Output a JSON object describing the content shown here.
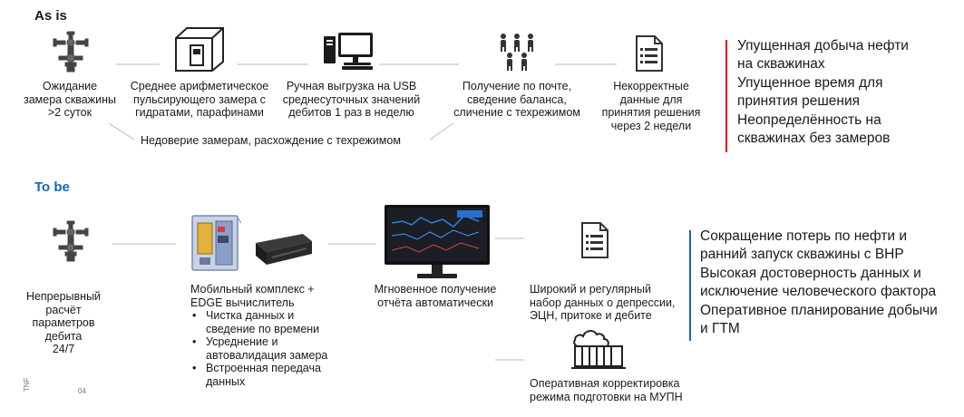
{
  "as_is": {
    "heading": "As is",
    "steps": [
      {
        "icon": "wellhead-icon",
        "lines": [
          "Ожидание",
          "замера скважины",
          ">2 суток"
        ]
      },
      {
        "icon": "measuring-unit-icon",
        "lines": [
          "Среднее арифметическое",
          "пульсирующего замера с",
          "гидратами, парафинами"
        ]
      },
      {
        "icon": "desktop-computer-icon",
        "lines": [
          "Ручная выгрузка на USB",
          "среднесуточных значений",
          "дебитов 1 раз в неделю"
        ]
      },
      {
        "icon": "people-group-icon",
        "lines": [
          "Получение по почте,",
          "сведение баланса,",
          "сличение с техрежимом"
        ]
      },
      {
        "icon": "document-list-icon",
        "lines": [
          "Некорректные",
          "данные для",
          "принятия решения",
          "через 2 недели"
        ]
      }
    ],
    "feedback_label": "Недоверие замерам, расхождение с техрежимом",
    "outcomes": [
      "Упущенная добыча нефти",
      "на скважинах",
      "Упущенное время для",
      "принятия решения",
      "Неопределённость на",
      "скважинах без замеров"
    ],
    "accent_color": "#e30613"
  },
  "to_be": {
    "heading": "To be",
    "heading_color": "#1565c0",
    "step1": {
      "icon": "wellhead-icon",
      "lines": [
        "Непрерывный",
        "расчёт",
        "параметров",
        "дебита",
        "24/7"
      ]
    },
    "step2": {
      "icon": "mobile-complex-icon",
      "title": [
        "Мобильный комплекс +",
        "EDGE вычислитель"
      ],
      "bullets": [
        [
          "Чистка данных и",
          "сведение по времени"
        ],
        [
          "Усреднение и",
          "автовалидация замера"
        ],
        [
          "Встроенная передача",
          "данных"
        ]
      ]
    },
    "step3": {
      "icon": "monitor-dashboard-icon",
      "lines": [
        "Мгновенное получение",
        "отчёта автоматически"
      ]
    },
    "step4": {
      "icon": "document-list-icon",
      "lines": [
        "Широкий и регулярный",
        "набор данных о депрессии,",
        "ЭЦН, притоке и дебите"
      ]
    },
    "step5": {
      "icon": "treatment-plant-icon",
      "lines": [
        "Оперативная корректировка",
        "режима подготовки на МУПН"
      ]
    },
    "outcomes": [
      "Сокращение потерь по нефти и",
      "ранний запуск скважины с ВНР",
      "Высокая достоверность данных и",
      "исключение человеческого фактора",
      "Оперативное планирование добычи",
      "и ГТМ"
    ],
    "accent_color": "#1565c0"
  },
  "footer": {
    "brand": "TNF",
    "page": "04"
  }
}
